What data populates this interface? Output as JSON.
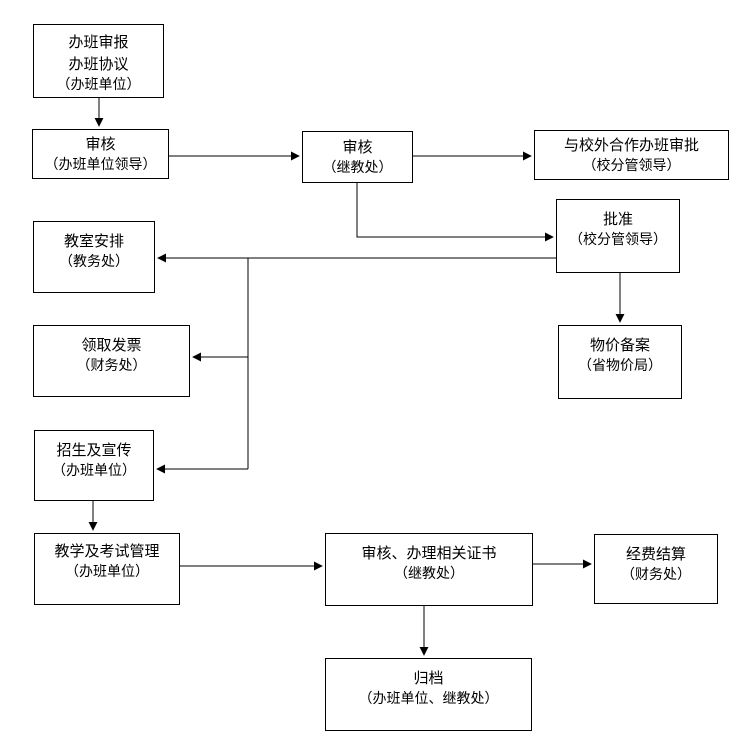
{
  "diagram": {
    "type": "flowchart",
    "language": "zh-CN",
    "background": "#ffffff",
    "line_color": "#000000",
    "nodes": {
      "apply": {
        "line1": "办班审报",
        "line2": "办班协议",
        "org": "（办班单位）"
      },
      "review_unit": {
        "line1": "审核",
        "org": "（办班单位领导）"
      },
      "review_jijiao": {
        "line1": "审核",
        "org": "（继教处）"
      },
      "external_approval": {
        "line1": "与校外合作办班审批",
        "org": "（校分管领导）"
      },
      "approve": {
        "line1": "批准",
        "org": "（校分管领导）"
      },
      "classroom": {
        "line1": "教室安排",
        "org": "（教务处）"
      },
      "price_filing": {
        "line1": "物价备案",
        "org": "（省物价局）"
      },
      "invoice": {
        "line1": "领取发票",
        "org": "（财务处）"
      },
      "recruit": {
        "line1": "招生及宣传",
        "org": "（办班单位）"
      },
      "teaching": {
        "line1": "教学及考试管理",
        "org": "（办班单位）"
      },
      "certificates": {
        "line1": "审核、办理相关证书",
        "org": "（继教处）"
      },
      "settlement": {
        "line1": "经费结算",
        "org": "（财务处）"
      },
      "archive": {
        "line1": "归档",
        "org": "（办班单位、继教处）"
      }
    },
    "edges": [
      {
        "from": "apply",
        "to": "review_unit"
      },
      {
        "from": "review_unit",
        "to": "review_jijiao"
      },
      {
        "from": "review_jijiao",
        "to": "external_approval"
      },
      {
        "from": "review_jijiao",
        "to": "approve"
      },
      {
        "from": "approve",
        "to": "classroom"
      },
      {
        "from": "approve",
        "to": "invoice"
      },
      {
        "from": "approve",
        "to": "recruit"
      },
      {
        "from": "approve",
        "to": "price_filing"
      },
      {
        "from": "recruit",
        "to": "teaching"
      },
      {
        "from": "teaching",
        "to": "certificates"
      },
      {
        "from": "certificates",
        "to": "settlement"
      },
      {
        "from": "certificates",
        "to": "archive"
      }
    ]
  }
}
